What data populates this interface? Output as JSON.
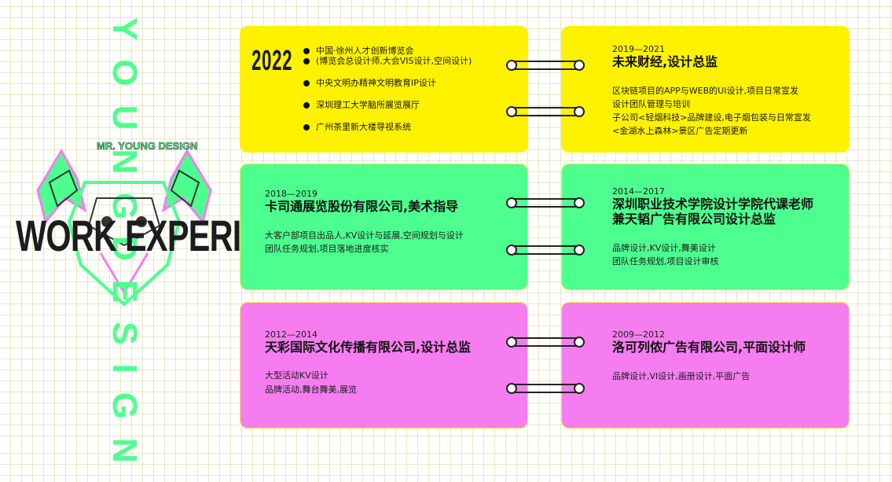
{
  "side": {
    "vertical_top": "YOUNG",
    "vertical_bottom": "DESIGN",
    "title": "WORK EXPERIENCE",
    "logo_text": "MR. YOUNG DESIGN"
  },
  "colors": {
    "yellow": "#fff200",
    "green": "#4dff8f",
    "pink": "#f57df0"
  },
  "cards": {
    "c2022": {
      "year": "2022",
      "bullets": [
        "中国·徐州人才创新博览会",
        "(博览会总设计师,大会VIS设计,空间设计)",
        "中央文明办精神文明教育IP设计",
        "深圳理工大学脑所展览展厅",
        "广州茶里新大楼导视系统"
      ]
    },
    "c2019": {
      "year": "2019—2021",
      "title": "未来财经,设计总监",
      "lines": [
        "区块链项目的APP与WEB的UI设计,项目日常宣发",
        "设计团队管理与培训",
        "子公司<轻烟科技>品牌建设,电子烟包装与日常宣发",
        "<金湖水上森林>景区广告定期更新"
      ]
    },
    "c2018": {
      "year": "2018—2019",
      "title": "卡司通展览股份有限公司,美术指导",
      "lines": [
        "大客户部项目出品人,KV设计与延展,空间规划与设计",
        "团队任务规划,项目落地进度核实"
      ]
    },
    "c2014": {
      "year": "2014—2017",
      "title1": "深圳职业技术学院设计学院代课老师",
      "title2": "兼天韬广告有限公司设计总监",
      "lines": [
        "品牌设计,KV设计,舞美设计",
        "团队任务规划,项目设计审核"
      ]
    },
    "c2012": {
      "year": "2012—2014",
      "title": "天彩国际文化传播有限公司,设计总监",
      "lines": [
        "大型活动KV设计",
        "品牌活动,舞台舞美,展览"
      ]
    },
    "c2009": {
      "year": "2009—2012",
      "title": "洛可列侬广告有限公司,平面设计师",
      "lines": [
        "品牌设计,VI设计,画册设计,平面广告"
      ]
    }
  }
}
